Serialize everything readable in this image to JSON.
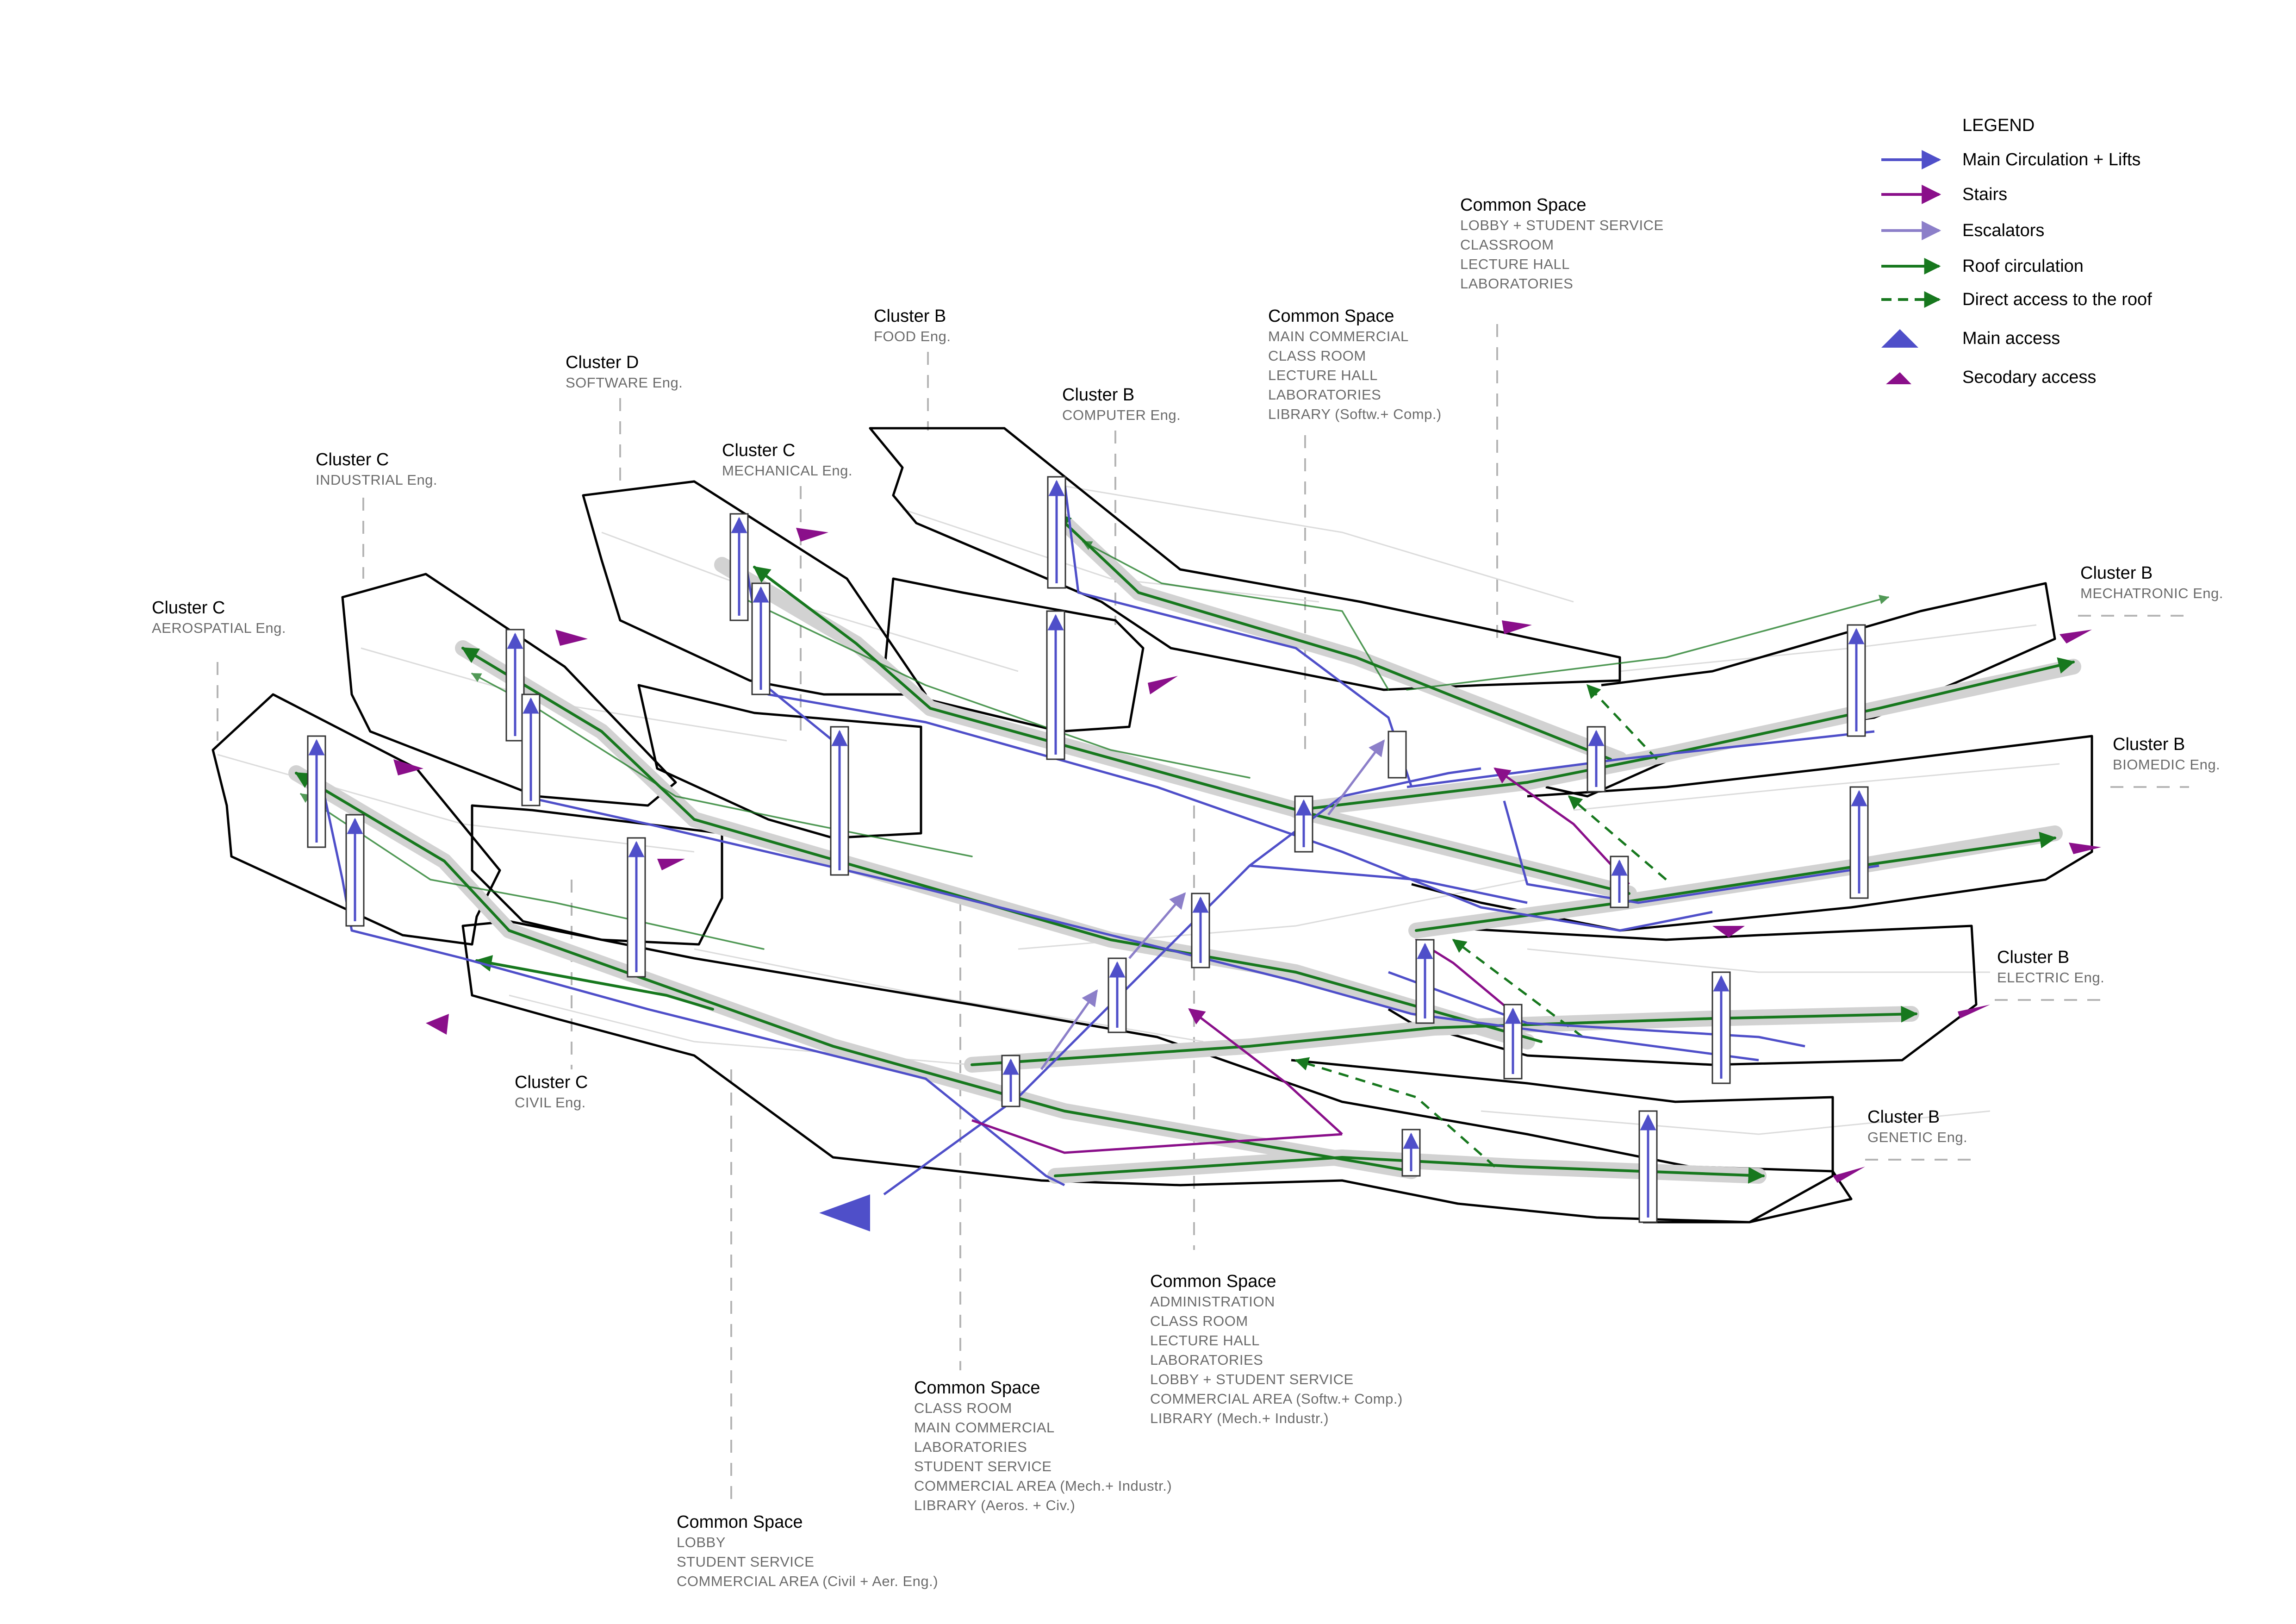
{
  "colors": {
    "main_circulation": "#4f4fc9",
    "stairs": "#8a0f8a",
    "escalators": "#8c7fc9",
    "roof": "#17781e",
    "outline": "#000000",
    "leader": "#b5b5b5"
  },
  "legend": {
    "title": "LEGEND",
    "items": [
      {
        "label": "Main Circulation + Lifts",
        "symbol": "arrow-blue"
      },
      {
        "label": "Stairs",
        "symbol": "arrow-purple"
      },
      {
        "label": "Escalators",
        "symbol": "arrow-lavender"
      },
      {
        "label": "Roof circulation",
        "symbol": "arrow-green"
      },
      {
        "label": "Direct access to the roof",
        "symbol": "arrow-green-dashed"
      },
      {
        "label": "Main access",
        "symbol": "triangle-blue"
      },
      {
        "label": "Secodary access",
        "symbol": "triangle-purple"
      }
    ]
  },
  "labels": {
    "cluster_c_aero": {
      "title": "Cluster C",
      "lines": [
        "AEROSPATIAL Eng."
      ]
    },
    "cluster_c_ind": {
      "title": "Cluster C",
      "lines": [
        "INDUSTRIAL Eng."
      ]
    },
    "cluster_d_soft": {
      "title": "Cluster D",
      "lines": [
        "SOFTWARE Eng."
      ]
    },
    "cluster_c_mech": {
      "title": "Cluster C",
      "lines": [
        "MECHANICAL Eng."
      ]
    },
    "cluster_b_food": {
      "title": "Cluster B",
      "lines": [
        "FOOD Eng."
      ]
    },
    "cluster_b_comp": {
      "title": "Cluster B",
      "lines": [
        "COMPUTER Eng."
      ]
    },
    "cluster_b_mecha": {
      "title": "Cluster B",
      "lines": [
        "MECHATRONIC Eng."
      ]
    },
    "cluster_b_bio": {
      "title": "Cluster B",
      "lines": [
        "BIOMEDIC Eng."
      ]
    },
    "cluster_b_elec": {
      "title": "Cluster B",
      "lines": [
        "ELECTRIC Eng."
      ]
    },
    "cluster_b_gen": {
      "title": "Cluster B",
      "lines": [
        "GENETIC Eng."
      ]
    },
    "cluster_c_civil": {
      "title": "Cluster C",
      "lines": [
        "CIVIL Eng."
      ]
    },
    "common_top_right": {
      "title": "Common Space",
      "lines": [
        "LOBBY + STUDENT SERVICE",
        "CLASSROOM",
        "LECTURE HALL",
        "LABORATORIES"
      ]
    },
    "common_top_mid": {
      "title": "Common Space",
      "lines": [
        "MAIN COMMERCIAL",
        "CLASS ROOM",
        "LECTURE HALL",
        "LABORATORIES",
        "LIBRARY (Softw.+ Comp.)"
      ]
    },
    "common_bottom_right": {
      "title": "Common Space",
      "lines": [
        "ADMINISTRATION",
        "CLASS ROOM",
        "LECTURE HALL",
        "LABORATORIES",
        "LOBBY + STUDENT SERVICE",
        "COMMERCIAL AREA (Softw.+ Comp.)",
        "LIBRARY (Mech.+ Industr.)"
      ]
    },
    "common_bottom_mid": {
      "title": "Common Space",
      "lines": [
        "CLASS ROOM",
        "MAIN COMMERCIAL",
        "LABORATORIES",
        "STUDENT SERVICE",
        "COMMERCIAL AREA (Mech.+ Industr.)",
        "LIBRARY (Aeros. + Civ.)"
      ]
    },
    "common_bottom_left": {
      "title": "Common Space",
      "lines": [
        "LOBBY",
        "STUDENT SERVICE",
        "COMMERCIAL AREA (Civil + Aer. Eng.)"
      ]
    }
  }
}
